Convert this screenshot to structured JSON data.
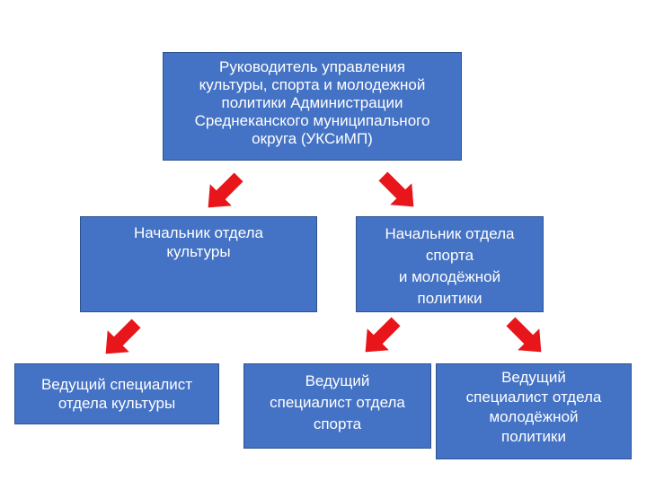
{
  "diagram": {
    "nodes": {
      "head": "Руководитель управления\nкультуры, спорта и молодежной\nполитики Администрации\nСреднеканского муниципального\nокруга (УКСиМП)",
      "culture_chief": "Начальник отдела\nкультуры",
      "sport_chief": "Начальник отдела\nспорта\nи молодёжной\nполитики",
      "culture_specialist": "Ведущий специалист\nотдела культуры",
      "sport_specialist": "Ведущий\nспециалист отдела\nспорта",
      "youth_specialist": "Ведущий\nспециалист отдела\nмолодёжной\nполитики"
    },
    "colors": {
      "box_fill": "#4472c4",
      "box_border": "#2f528f",
      "box_text": "#ffffff",
      "arrow": "#e8151b"
    },
    "edges": [
      {
        "from": "head",
        "to": "culture_chief",
        "icon": "red-arrow-down-left"
      },
      {
        "from": "head",
        "to": "sport_chief",
        "icon": "red-arrow-down-right"
      },
      {
        "from": "culture_chief",
        "to": "culture_specialist",
        "icon": "red-arrow-down-left"
      },
      {
        "from": "sport_chief",
        "to": "sport_specialist",
        "icon": "red-arrow-down-left"
      },
      {
        "from": "sport_chief",
        "to": "youth_specialist",
        "icon": "red-arrow-down-right"
      }
    ]
  }
}
